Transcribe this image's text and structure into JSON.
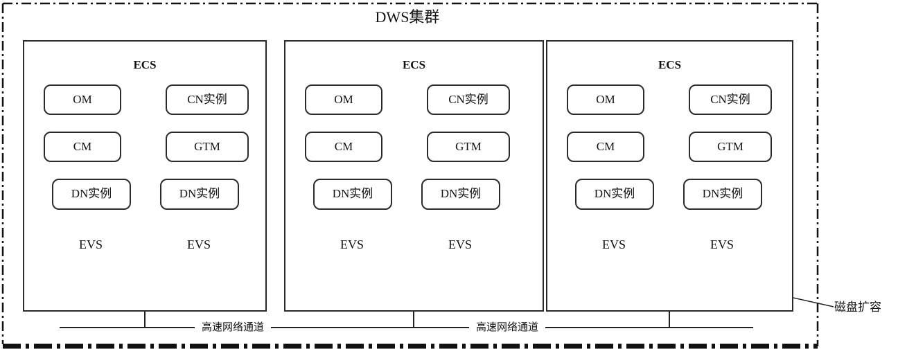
{
  "diagram": {
    "title": "DWS集群",
    "nodes": [
      {
        "title": "ECS",
        "pills": [
          {
            "label": "OM"
          },
          {
            "label": "CN实例"
          },
          {
            "label": "CM"
          },
          {
            "label": "GTM"
          },
          {
            "label": "DN实例"
          },
          {
            "label": "DN实例"
          }
        ],
        "storage": [
          {
            "label": "EVS"
          },
          {
            "label": "EVS"
          }
        ]
      },
      {
        "title": "ECS",
        "pills": [
          {
            "label": "OM"
          },
          {
            "label": "CN实例"
          },
          {
            "label": "CM"
          },
          {
            "label": "GTM"
          },
          {
            "label": "DN实例"
          },
          {
            "label": "DN实例"
          }
        ],
        "storage": [
          {
            "label": "EVS"
          },
          {
            "label": "EVS"
          }
        ]
      },
      {
        "title": "ECS",
        "pills": [
          {
            "label": "OM"
          },
          {
            "label": "CN实例"
          },
          {
            "label": "CM"
          },
          {
            "label": "GTM"
          },
          {
            "label": "DN实例"
          },
          {
            "label": "DN实例"
          }
        ],
        "storage": [
          {
            "label": "EVS"
          },
          {
            "label": "EVS"
          }
        ]
      }
    ],
    "network_channels": [
      {
        "label": "高速网络通道"
      },
      {
        "label": "高速网络通道"
      }
    ],
    "annotation": {
      "label": "磁盘扩容"
    },
    "colors": {
      "storage_fill": "#1eb2ee",
      "line": "#2b2b2b"
    }
  }
}
